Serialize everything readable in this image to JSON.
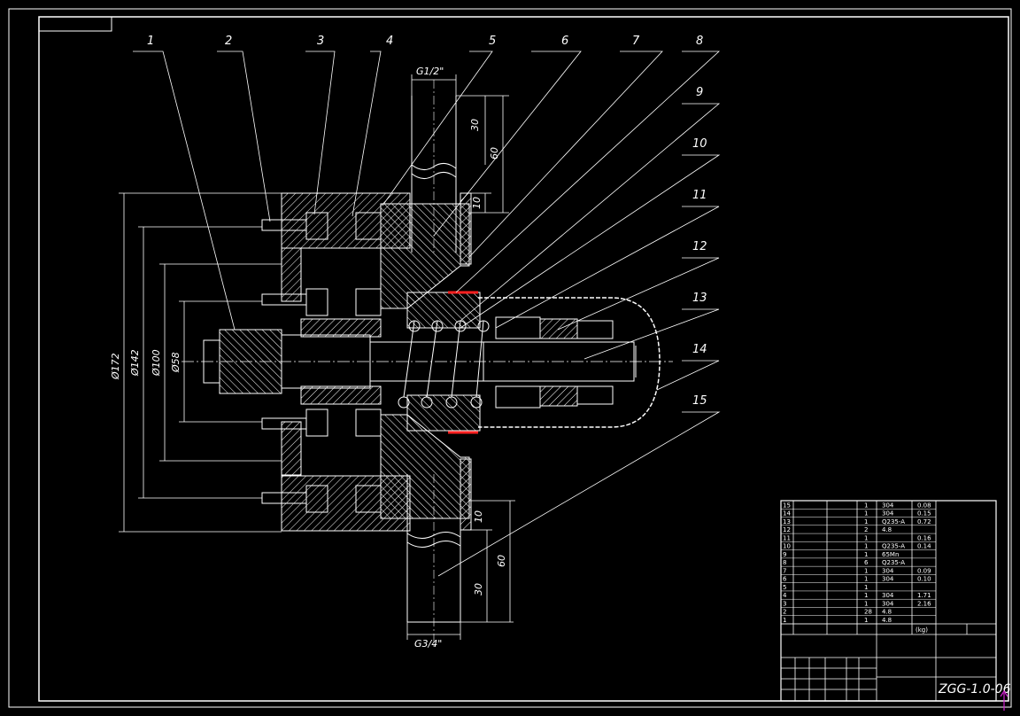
{
  "drawing": {
    "part_labels": [
      "1",
      "2",
      "3",
      "4",
      "5",
      "6",
      "7",
      "8",
      "9",
      "10",
      "11",
      "12",
      "13",
      "14",
      "15"
    ],
    "dimensions": {
      "inlet_thread": "G1/2\"",
      "outlet_thread": "G3/4\"",
      "d172": "Ø172",
      "d142": "Ø142",
      "d100": "Ø100",
      "d58": "Ø58",
      "top_30": "30",
      "top_60": "60",
      "top_10": "10",
      "bot_10": "10",
      "bot_60": "60",
      "bot_30": "30"
    }
  },
  "title_block": {
    "bom_rows": [
      {
        "no": "15",
        "name": "",
        "qty": "1",
        "material": "304",
        "weight": "0.08"
      },
      {
        "no": "14",
        "name": "",
        "qty": "1",
        "material": "304",
        "weight": "0.15"
      },
      {
        "no": "13",
        "name": "",
        "qty": "1",
        "material": "Q235-A",
        "weight": "0.72"
      },
      {
        "no": "12",
        "name": "",
        "qty": "2",
        "material": "4.8",
        "weight": ""
      },
      {
        "no": "11",
        "name": "",
        "qty": "1",
        "material": "",
        "weight": "0.16"
      },
      {
        "no": "10",
        "name": "",
        "qty": "1",
        "material": "Q235-A",
        "weight": "0.14"
      },
      {
        "no": "9",
        "name": "",
        "qty": "1",
        "material": "65Mn",
        "weight": ""
      },
      {
        "no": "8",
        "name": "",
        "qty": "6",
        "material": "Q235-A",
        "weight": ""
      },
      {
        "no": "7",
        "name": "",
        "qty": "1",
        "material": "304",
        "weight": "0.09"
      },
      {
        "no": "6",
        "name": "",
        "qty": "1",
        "material": "304",
        "weight": "0.10"
      },
      {
        "no": "5",
        "name": "",
        "qty": "1",
        "material": "",
        "weight": ""
      },
      {
        "no": "4",
        "name": "",
        "qty": "1",
        "material": "304",
        "weight": "1.71"
      },
      {
        "no": "3",
        "name": "",
        "qty": "1",
        "material": "304",
        "weight": "2.16"
      },
      {
        "no": "2",
        "name": "",
        "qty": "28",
        "material": "4.8",
        "weight": ""
      },
      {
        "no": "1",
        "name": "",
        "qty": "1",
        "material": "4.8",
        "weight": ""
      }
    ],
    "header_qty": "",
    "header_weight": "(kg)",
    "drawing_title": "",
    "drawing_number": "ZGG-1.0-06"
  },
  "colors": {
    "background": "#000000",
    "line": "#ffffff",
    "hatch": "#ffffff",
    "marker": "#ff2020",
    "corner_mark": "#d020d0"
  }
}
